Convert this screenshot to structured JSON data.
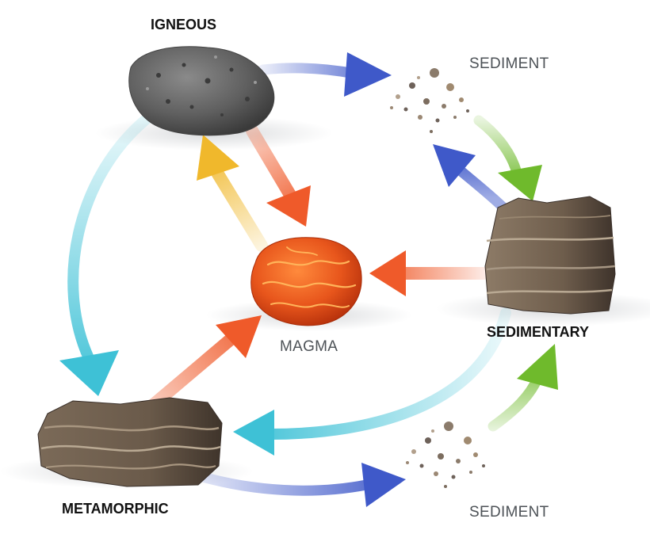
{
  "labels": {
    "igneous": "IGNEOUS",
    "sediment_top": "SEDIMENT",
    "sedimentary": "SEDIMENTARY",
    "magma": "MAGMA",
    "metamorphic": "METAMORPHIC",
    "sediment_bottom": "SEDIMENT"
  },
  "colors": {
    "weathering_blue": "#3f59c9",
    "cooling_cyan": "#3ec1d6",
    "compaction_green": "#6fba2c",
    "melting_red": "#ef5a2a",
    "crystallization_yellow": "#f0b82c",
    "magma": "#e8561c",
    "igneous_rock": "#5f5f5f",
    "sedimentary_rock": "#6e5d4c",
    "metamorphic_rock": "#6a5a4a"
  },
  "icons": {
    "igneous": "igneous-rock-icon",
    "magma": "magma-blob-icon",
    "sedimentary": "sedimentary-rock-icon",
    "metamorphic": "metamorphic-rock-icon",
    "sediment": "sediment-particles-icon"
  }
}
